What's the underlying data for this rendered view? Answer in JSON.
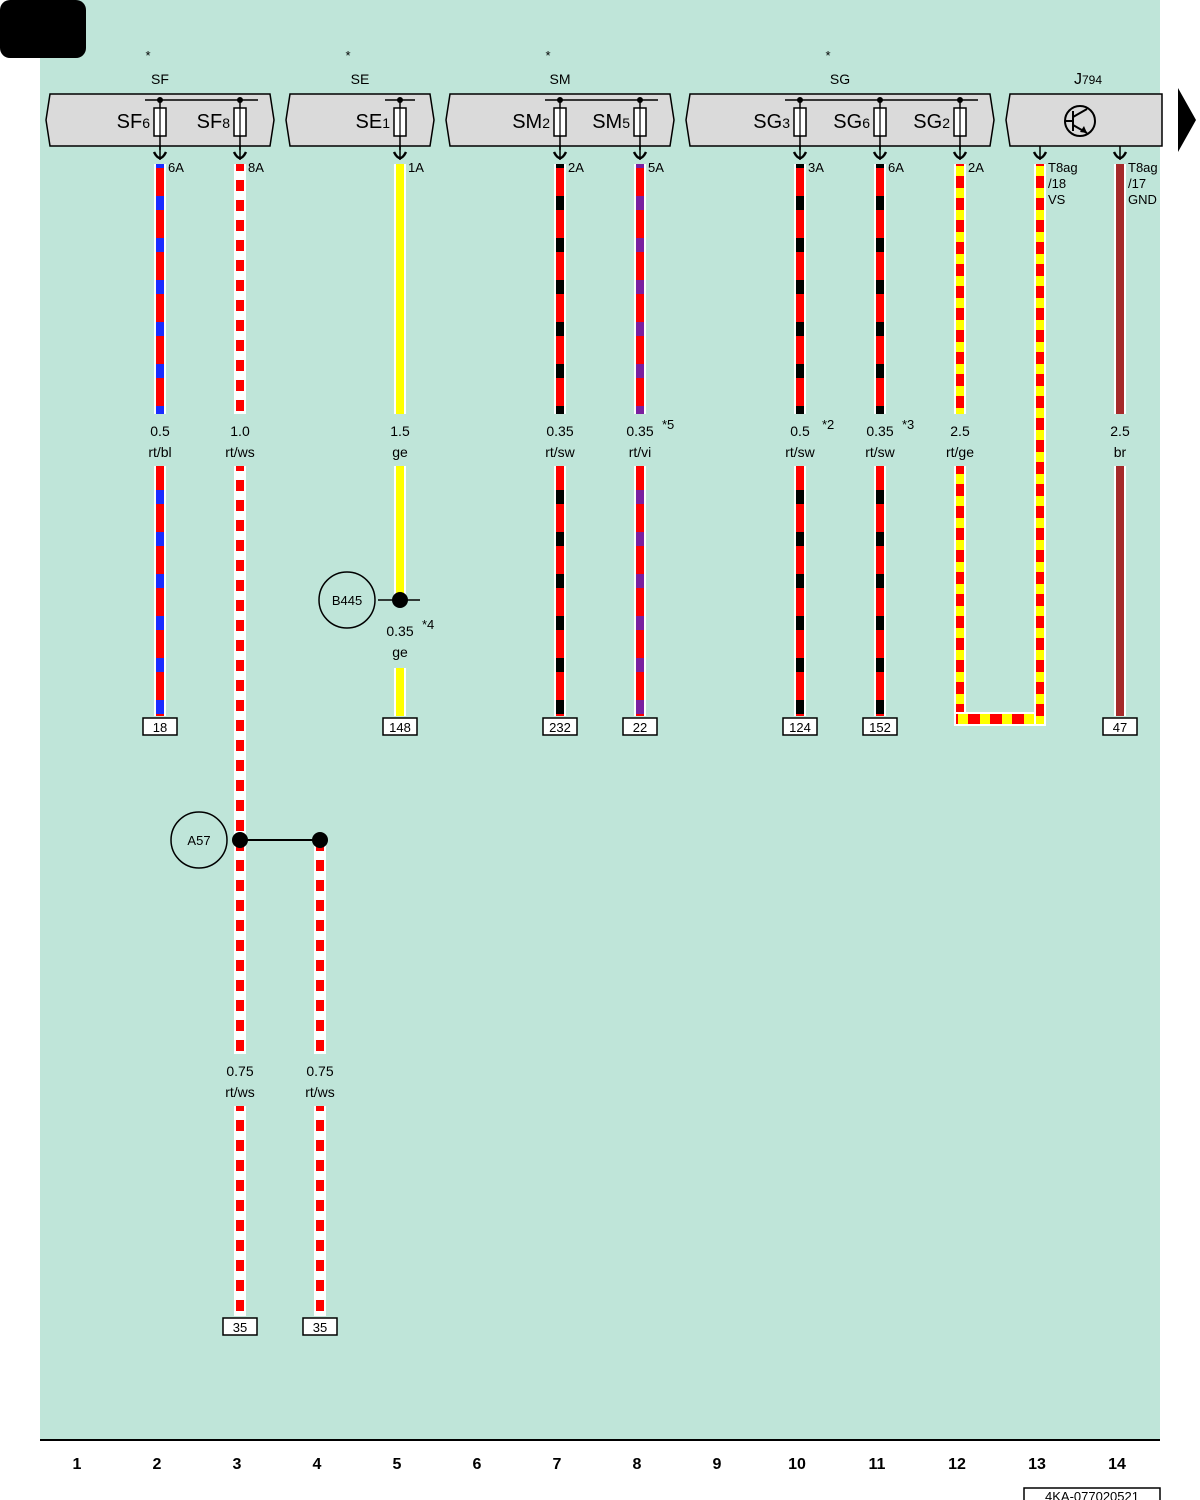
{
  "colors": {
    "background": "#bfe5d9",
    "red": "#ff0000",
    "white": "#ffffff",
    "blue": "#1a2cff",
    "yellow": "#ffff00",
    "black": "#000000",
    "violet": "#7a1fa0",
    "brown": "#a52a2a",
    "fusebox": "#dadada"
  },
  "arrow_icon": "arrow-right-icon",
  "transistor_icon": "transistor-icon",
  "groups": [
    {
      "id": "SF",
      "name": "SF",
      "star": "*"
    },
    {
      "id": "SE",
      "name": "SE",
      "star": "*"
    },
    {
      "id": "SM",
      "name": "SM",
      "star": "*"
    },
    {
      "id": "SG",
      "name": "SG",
      "star": "*"
    },
    {
      "id": "J794",
      "name": "J",
      "sub": "794",
      "star": ""
    }
  ],
  "fuses": [
    {
      "id": "sf6",
      "name": "SF",
      "sub": "6",
      "rating": "6A"
    },
    {
      "id": "sf8",
      "name": "SF",
      "sub": "8",
      "rating": "8A"
    },
    {
      "id": "se1",
      "name": "SE",
      "sub": "1",
      "rating": "1A"
    },
    {
      "id": "sm2",
      "name": "SM",
      "sub": "2",
      "rating": "2A"
    },
    {
      "id": "sm5",
      "name": "SM",
      "sub": "5",
      "rating": "5A"
    },
    {
      "id": "sg3",
      "name": "SG",
      "sub": "3",
      "rating": "3A"
    },
    {
      "id": "sg6",
      "name": "SG",
      "sub": "6",
      "rating": "6A"
    },
    {
      "id": "sg2",
      "name": "SG",
      "sub": "2",
      "rating": "2A"
    }
  ],
  "pins": [
    {
      "id": "vs",
      "line1": "T8ag",
      "line2": "/18",
      "line3": "VS"
    },
    {
      "id": "gnd",
      "line1": "T8ag",
      "line2": "/17",
      "line3": "GND"
    }
  ],
  "wires": [
    {
      "id": "w2",
      "size": "0.5",
      "color": "rt/bl",
      "note": "",
      "terminal": "18"
    },
    {
      "id": "w3",
      "size": "1.0",
      "color": "rt/ws",
      "note": ""
    },
    {
      "id": "w5",
      "size": "1.5",
      "color": "ge",
      "note": ""
    },
    {
      "id": "w5b",
      "size": "0.35",
      "color": "ge",
      "note": "*4",
      "terminal": "148"
    },
    {
      "id": "w7",
      "size": "0.35",
      "color": "rt/sw",
      "note": "",
      "terminal": "232"
    },
    {
      "id": "w8",
      "size": "0.35",
      "color": "rt/vi",
      "note": "*5",
      "terminal": "22"
    },
    {
      "id": "w10",
      "size": "0.5",
      "color": "rt/sw",
      "note": "*2",
      "terminal": "124"
    },
    {
      "id": "w11",
      "size": "0.35",
      "color": "rt/sw",
      "note": "*3",
      "terminal": "152"
    },
    {
      "id": "w12",
      "size": "2.5",
      "color": "rt/ge",
      "note": ""
    },
    {
      "id": "w14",
      "size": "2.5",
      "color": "br",
      "note": "",
      "terminal": "47"
    },
    {
      "id": "w3b",
      "size": "0.75",
      "color": "rt/ws",
      "note": "",
      "terminal": "35"
    },
    {
      "id": "w4",
      "size": "0.75",
      "color": "rt/ws",
      "note": "",
      "terminal": "35"
    }
  ],
  "splices": [
    {
      "id": "b445",
      "label": "B445"
    },
    {
      "id": "a57",
      "label": "A57"
    }
  ],
  "columns": [
    "1",
    "2",
    "3",
    "4",
    "5",
    "6",
    "7",
    "8",
    "9",
    "10",
    "11",
    "12",
    "13",
    "14"
  ],
  "footer": {
    "code": "4KA-077020521"
  }
}
